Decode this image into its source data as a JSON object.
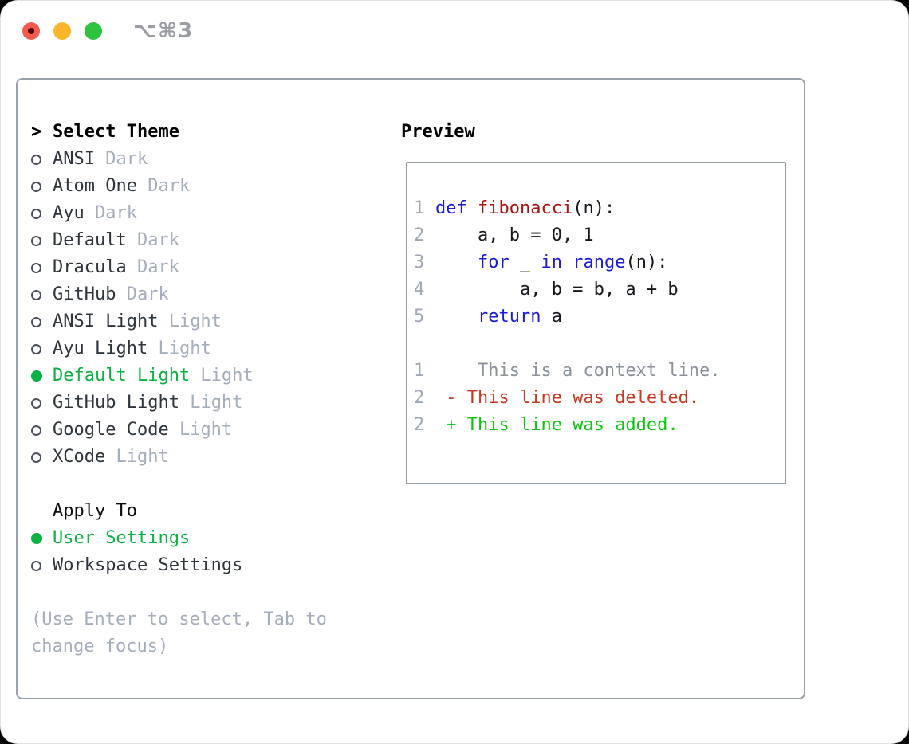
{
  "window": {
    "title": "⌥⌘3"
  },
  "colors": {
    "border": "#98a1ac",
    "text": "#2f353c",
    "muted": "#a6aebc",
    "selected": "#0cb144",
    "keyword": "#1b1bdb",
    "function_name": "#a81414",
    "code": "#15181c",
    "line_number": "#9fa8b4",
    "context": "#8c929c",
    "deleted": "#c53b22",
    "added": "#0cc50c",
    "traffic_close": "#f35a50",
    "traffic_minimize": "#f9b62b",
    "traffic_zoom": "#2ec23e"
  },
  "theme_selector": {
    "header_pointer": ">",
    "header": "Select Theme",
    "items": [
      {
        "label": "ANSI",
        "variant": "Dark",
        "selected": false
      },
      {
        "label": "Atom One",
        "variant": "Dark",
        "selected": false
      },
      {
        "label": "Ayu",
        "variant": "Dark",
        "selected": false
      },
      {
        "label": "Default",
        "variant": "Dark",
        "selected": false
      },
      {
        "label": "Dracula",
        "variant": "Dark",
        "selected": false
      },
      {
        "label": "GitHub",
        "variant": "Dark",
        "selected": false
      },
      {
        "label": "ANSI Light",
        "variant": "Light",
        "selected": false
      },
      {
        "label": "Ayu Light",
        "variant": "Light",
        "selected": false
      },
      {
        "label": "Default Light",
        "variant": "Light",
        "selected": true
      },
      {
        "label": "GitHub Light",
        "variant": "Light",
        "selected": false
      },
      {
        "label": "Google Code",
        "variant": "Light",
        "selected": false
      },
      {
        "label": "XCode",
        "variant": "Light",
        "selected": false
      }
    ]
  },
  "apply_to": {
    "header": "Apply To",
    "items": [
      {
        "label": "User Settings",
        "selected": true
      },
      {
        "label": "Workspace Settings",
        "selected": false
      }
    ]
  },
  "help_text": "(Use Enter to select, Tab to change focus)",
  "preview": {
    "header": "Preview",
    "lines": [
      {
        "num": "1",
        "segments": [
          {
            "text": "def",
            "type": "keyword"
          },
          {
            "text": " ",
            "type": "code"
          },
          {
            "text": "fibonacci",
            "type": "function"
          },
          {
            "text": "(n):",
            "type": "code"
          }
        ]
      },
      {
        "num": "2",
        "segments": [
          {
            "text": "    a, b = 0, 1",
            "type": "code"
          }
        ]
      },
      {
        "num": "3",
        "segments": [
          {
            "text": "    ",
            "type": "code"
          },
          {
            "text": "for",
            "type": "keyword"
          },
          {
            "text": " _ ",
            "type": "code"
          },
          {
            "text": "in",
            "type": "keyword"
          },
          {
            "text": " ",
            "type": "code"
          },
          {
            "text": "range",
            "type": "keyword"
          },
          {
            "text": "(n):",
            "type": "code"
          }
        ]
      },
      {
        "num": "4",
        "segments": [
          {
            "text": "        a, b = b, a + b",
            "type": "code"
          }
        ]
      },
      {
        "num": "5",
        "segments": [
          {
            "text": "    ",
            "type": "code"
          },
          {
            "text": "return",
            "type": "keyword"
          },
          {
            "text": " a",
            "type": "code"
          }
        ]
      },
      {
        "num": "",
        "segments": []
      },
      {
        "num": "1",
        "segments": [
          {
            "text": "    This is a context line.",
            "type": "context"
          }
        ]
      },
      {
        "num": "2",
        "segments": [
          {
            "text": " - This line was deleted.",
            "type": "deleted"
          }
        ]
      },
      {
        "num": "2",
        "segments": [
          {
            "text": " + This line was added.",
            "type": "added"
          }
        ]
      }
    ]
  }
}
